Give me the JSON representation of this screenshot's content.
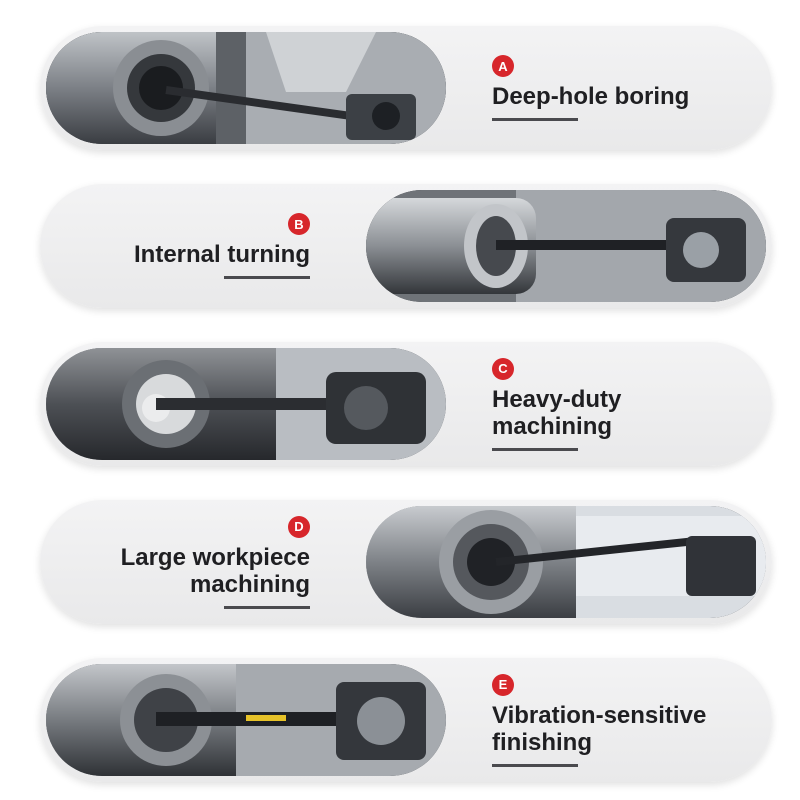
{
  "items": [
    {
      "letter": "A",
      "title": "Deep-hole boring",
      "image_side": "left",
      "icon": "machining-photo"
    },
    {
      "letter": "B",
      "title": "Internal turning",
      "image_side": "right",
      "icon": "machining-photo"
    },
    {
      "letter": "C",
      "title": "Heavy-duty\nmachining",
      "image_side": "left",
      "icon": "machining-photo"
    },
    {
      "letter": "D",
      "title": "Large workpiece\nmachining",
      "image_side": "right",
      "icon": "machining-photo"
    },
    {
      "letter": "E",
      "title": "Vibration-sensitive\nfinishing",
      "image_side": "left",
      "icon": "machining-photo"
    }
  ],
  "colors": {
    "badge": "#d7262b",
    "text": "#1f1f22",
    "card": "#eeeeef"
  }
}
